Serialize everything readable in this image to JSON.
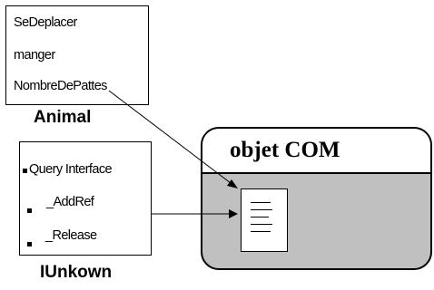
{
  "animal": {
    "methods": [
      "SeDeplacer",
      "manger",
      "NombreDePattes"
    ],
    "caption": "Animal"
  },
  "iunknown": {
    "methods": [
      "Query Interface",
      "_AddRef",
      "_Release"
    ],
    "caption": "IUnkown"
  },
  "com_object": {
    "title": "objet COM"
  }
}
